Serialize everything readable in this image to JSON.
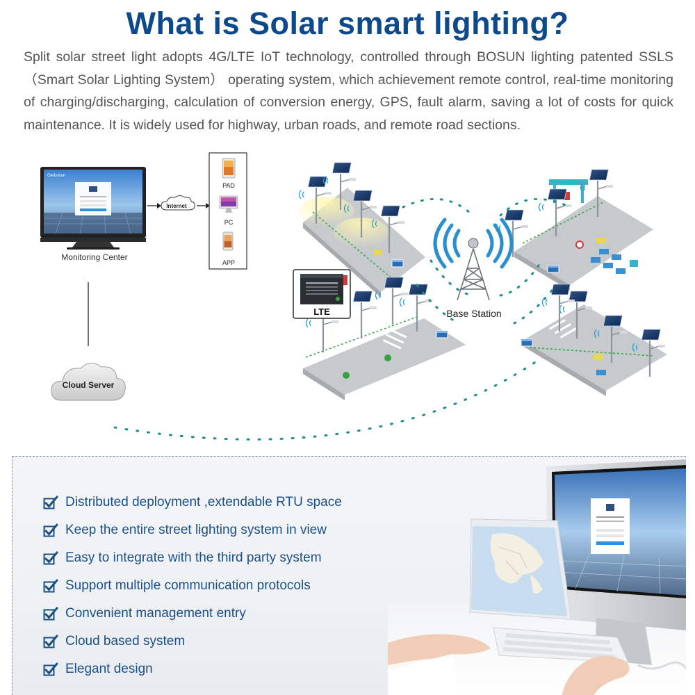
{
  "header": {
    "title": "What is Solar smart lighting?",
    "intro": "Split solar street light adopts 4G/LTE IoT technology, controlled through BOSUN lighting patented SSLS（Smart Solar Lighting System） operating system, which achievement remote control, real-time monitoring of charging/discharging, calculation of conversion energy, GPS, fault alarm, saving a lot of costs for quick maintenance. It is widely used for highway, urban roads, and remote road sections."
  },
  "diagram": {
    "monitoring_center": "Monitoring Center",
    "internet": "Internet",
    "devices": [
      {
        "label": "PAD",
        "icon": "tablet-icon"
      },
      {
        "label": "PC",
        "icon": "computer-icon"
      },
      {
        "label": "APP",
        "icon": "phone-icon"
      }
    ],
    "cloud_server": "Cloud Server",
    "base_station": "Base Station",
    "lte": "LTE",
    "brand_on_screen": "Gerbosun",
    "colors": {
      "title": "#0d4a8c",
      "wave": "#1f8f8a",
      "link_dash": "#3aa64a",
      "road": "#bfc3c7",
      "panel_text": "#1c4f86"
    }
  },
  "panel": {
    "features": [
      "Distributed deployment ,extendable RTU space",
      "Keep the entire street lighting system in view",
      "Easy to integrate with the third party system",
      "Support multiple communication protocols",
      "Convenient management entry",
      "Cloud based system",
      "Elegant design"
    ]
  }
}
